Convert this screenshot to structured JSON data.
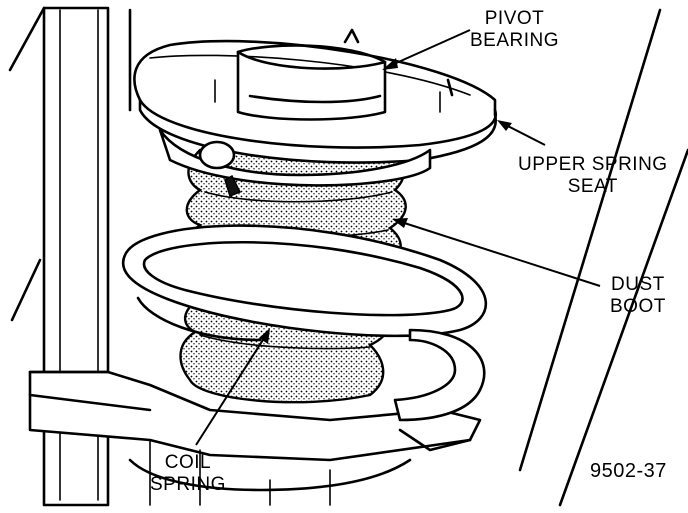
{
  "figure": {
    "id": "9502-37",
    "callouts": [
      {
        "key": "pivot_bearing",
        "lines": [
          "PIVOT",
          "BEARING"
        ]
      },
      {
        "key": "upper_spring_seat",
        "lines": [
          "UPPER SPRING",
          "SEAT"
        ]
      },
      {
        "key": "dust_boot",
        "lines": [
          "DUST",
          "BOOT"
        ]
      },
      {
        "key": "coil_spring",
        "lines": [
          "COIL",
          "SPRING"
        ]
      }
    ]
  }
}
